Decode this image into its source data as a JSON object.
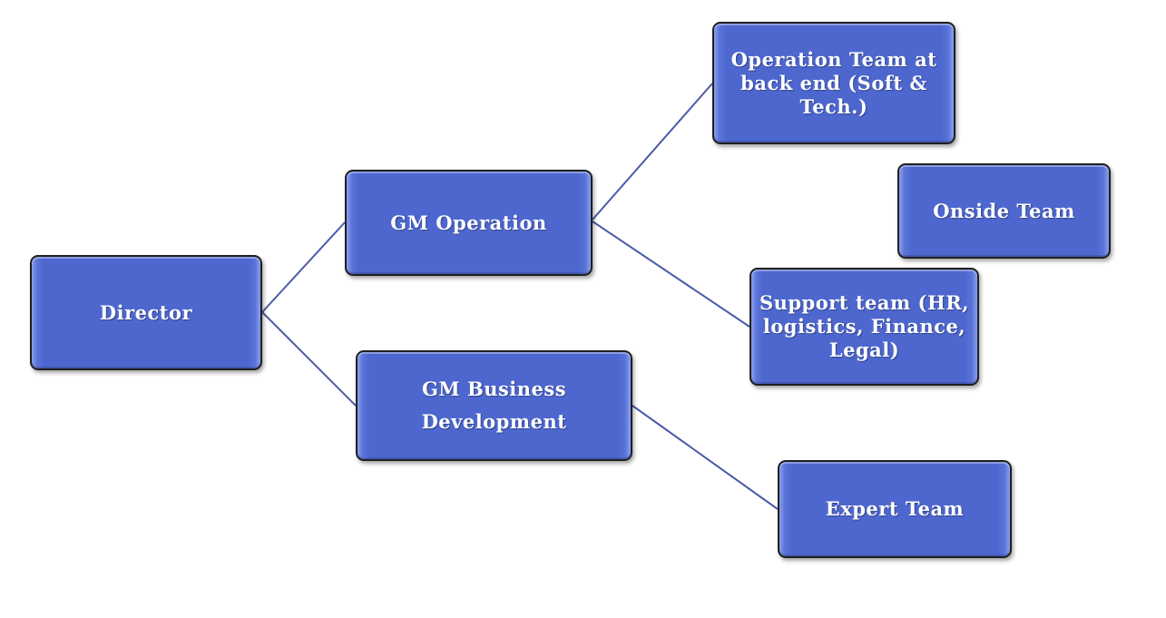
{
  "diagram": {
    "nodes": {
      "director": {
        "label": "Director"
      },
      "gm_operation": {
        "label": "GM Operation"
      },
      "gm_business_development": {
        "label": "GM Business Development"
      },
      "operation_team": {
        "label": "Operation Team at back end (Soft & Tech.)"
      },
      "onside_team": {
        "label": "Onside Team"
      },
      "support_team": {
        "label": "Support team (HR, logistics, Finance, Legal)"
      },
      "expert_team": {
        "label": "Expert Team"
      }
    },
    "edges": [
      {
        "from": "director",
        "to": "gm_operation"
      },
      {
        "from": "director",
        "to": "gm_business_development"
      },
      {
        "from": "gm_operation",
        "to": "operation_team"
      },
      {
        "from": "gm_operation",
        "to": "support_team"
      },
      {
        "from": "gm_business_development",
        "to": "expert_team"
      }
    ],
    "colors": {
      "node_fill": "#4d67cf",
      "node_border": "#1f1f1f",
      "connector": "#4a5aa8",
      "text": "#ffffff"
    }
  }
}
